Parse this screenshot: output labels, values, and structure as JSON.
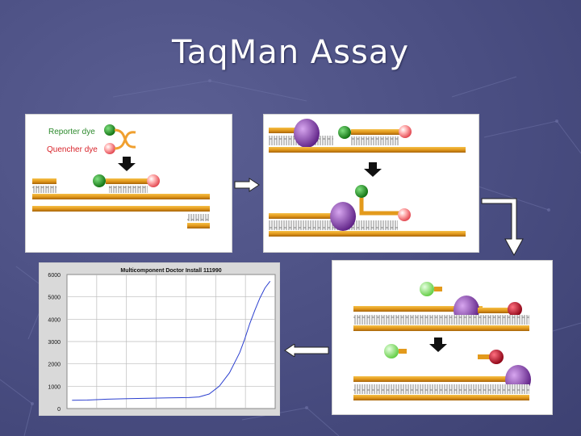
{
  "slide": {
    "title": "TaqMan Assay"
  },
  "panel1": {
    "legend_reporter": "Reporter dye",
    "legend_quencher": "Quencher dye"
  },
  "colors": {
    "background": "#4a4e82",
    "strand": "#e8a020",
    "reporter": "#2fa82f",
    "quencher": "#ff6b6b",
    "quencher_dark": "#c0102a",
    "polymerase": "#8a3fb0",
    "amplification_line": "#2b3fcf"
  },
  "chart_data": {
    "type": "line",
    "title": "Multicomponent  Doctor Install 111990",
    "yticks": [
      "6000",
      "5000",
      "4000",
      "3000",
      "2000",
      "1000",
      "0"
    ],
    "ylim": [
      0,
      6000
    ],
    "grid": true,
    "series": [
      {
        "x": [
          1,
          4,
          8,
          12,
          16,
          20,
          24,
          26,
          28,
          30,
          32,
          34,
          35,
          36,
          37,
          38,
          39,
          40
        ],
        "values": [
          370,
          380,
          420,
          440,
          460,
          480,
          490,
          520,
          650,
          1000,
          1600,
          2500,
          3100,
          3800,
          4400,
          4950,
          5400,
          5700
        ]
      }
    ]
  }
}
